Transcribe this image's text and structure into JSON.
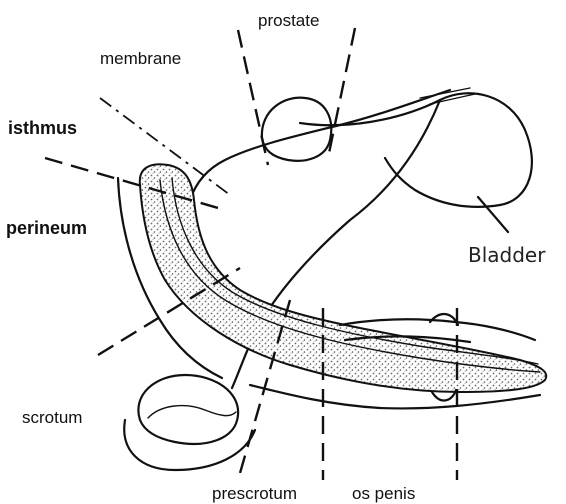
{
  "labels": {
    "prostate": "prostate",
    "membrane": "membrane",
    "isthmus": "isthmus",
    "perineum": "perineum",
    "scrotum": "scrotum",
    "prescrotum": "prescrotum",
    "os_penis": "os penis",
    "bladder": "Bladder"
  },
  "colors": {
    "ink": "#111111",
    "background": "#ffffff",
    "stipple": "#6a6a6a"
  }
}
